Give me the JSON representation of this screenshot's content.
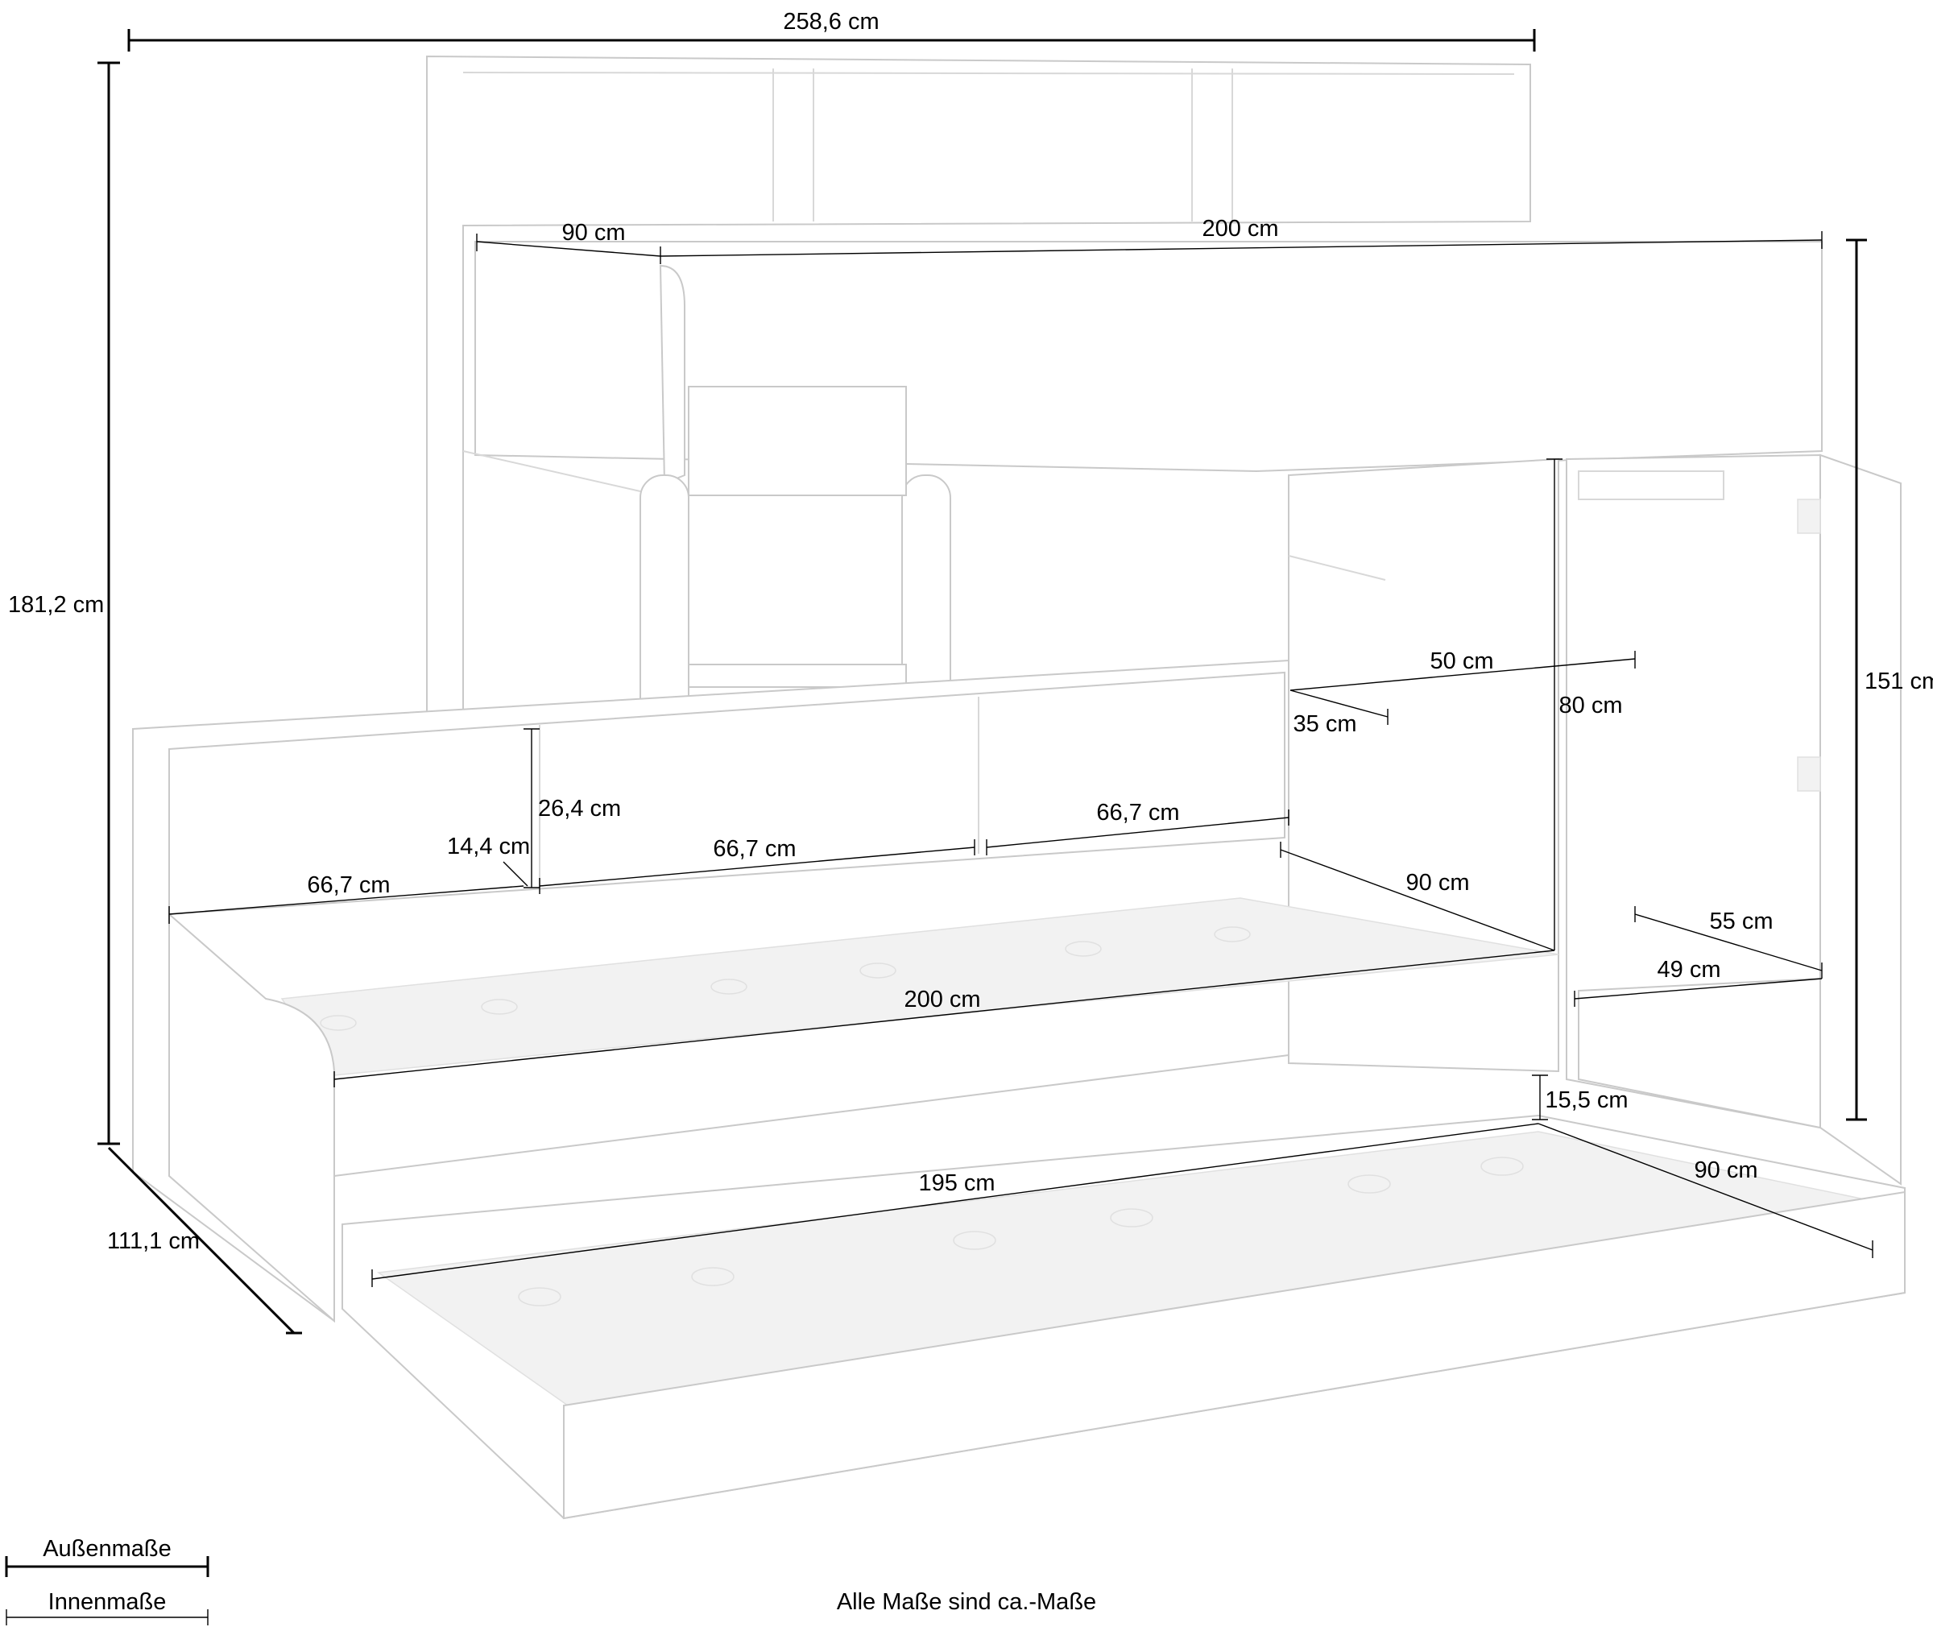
{
  "dimensions": {
    "overall_width": "258,6 cm",
    "overall_height": "181,2 cm",
    "overall_depth": "111,1 cm",
    "top_bed_width": "90 cm",
    "top_bed_length": "200 cm",
    "wardrobe_height": "151 cm",
    "shelf_inner_depth": "50 cm",
    "shelf_inner_small": "35 cm",
    "wardrobe_inner_height": "80 cm",
    "shelf_height": "26,4 cm",
    "shelf_depth": "14,4 cm",
    "shelf_width_left": "66,7 cm",
    "shelf_width_middle": "66,7 cm",
    "shelf_width_right": "66,7 cm",
    "bottom_bed_width": "90 cm",
    "bottom_bed_length": "200 cm",
    "wardrobe_inner_depth": "55 cm",
    "wardrobe_inner_width": "49 cm",
    "drawer_height": "15,5 cm",
    "trundle_length": "195 cm",
    "trundle_width": "90 cm"
  },
  "legend": {
    "outer": "Außenmaße",
    "inner": "Innenmaße"
  },
  "footnote": "Alle Maße sind ca.-Maße"
}
